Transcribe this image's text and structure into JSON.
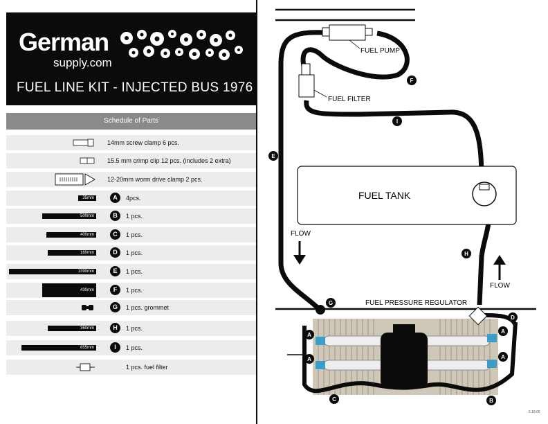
{
  "header": {
    "logo_main": "German",
    "logo_sub": "supply.com",
    "title": "FUEL LINE KIT - INJECTED BUS 1976"
  },
  "schedule": {
    "title": "Schedule of Parts",
    "rows": [
      {
        "desc": "14mm screw clamp 6 pcs."
      },
      {
        "desc": "15.5 mm crimp clip 12 pcs. (includes 2 extra)"
      },
      {
        "desc": "12-20mm worm drive clamp 2 pcs."
      },
      {
        "badge": "A",
        "length": "35mm",
        "desc": "4pcs."
      },
      {
        "badge": "B",
        "length": "500mm",
        "desc": "1 pcs."
      },
      {
        "badge": "C",
        "length": "400mm",
        "desc": "1 pcs."
      },
      {
        "badge": "D",
        "length": "160mm",
        "desc": "1 pcs."
      },
      {
        "badge": "E",
        "length": "1390mm",
        "desc": "1 pcs."
      },
      {
        "badge": "F",
        "length": "430mm",
        "desc": "1 pcs."
      },
      {
        "badge": "G",
        "desc": "1 pcs. grommet"
      },
      {
        "badge": "H",
        "length": "360mm",
        "desc": "1 pcs."
      },
      {
        "badge": "I",
        "length": "855mm",
        "desc": "1 pcs."
      },
      {
        "desc": "1 pcs. fuel filter"
      }
    ]
  },
  "diagram": {
    "fuel_pump": "FUEL PUMP",
    "fuel_filter": "FUEL FILTER",
    "fuel_tank": "FUEL TANK",
    "flow_left": "FLOW",
    "flow_right": "FLOW",
    "regulator": "FUEL PRESSURE REGULATOR",
    "letters": {
      "A": "A",
      "B": "B",
      "C": "C",
      "D": "D",
      "E": "E",
      "F": "F",
      "G": "G",
      "H": "H",
      "I": "I"
    }
  },
  "footnote": "5.18.06",
  "colors": {
    "black": "#0b0b0b",
    "grey_bar": "#8a8a8a",
    "row_bg": "#ececec",
    "injector_blue": "#3b9ec9"
  }
}
